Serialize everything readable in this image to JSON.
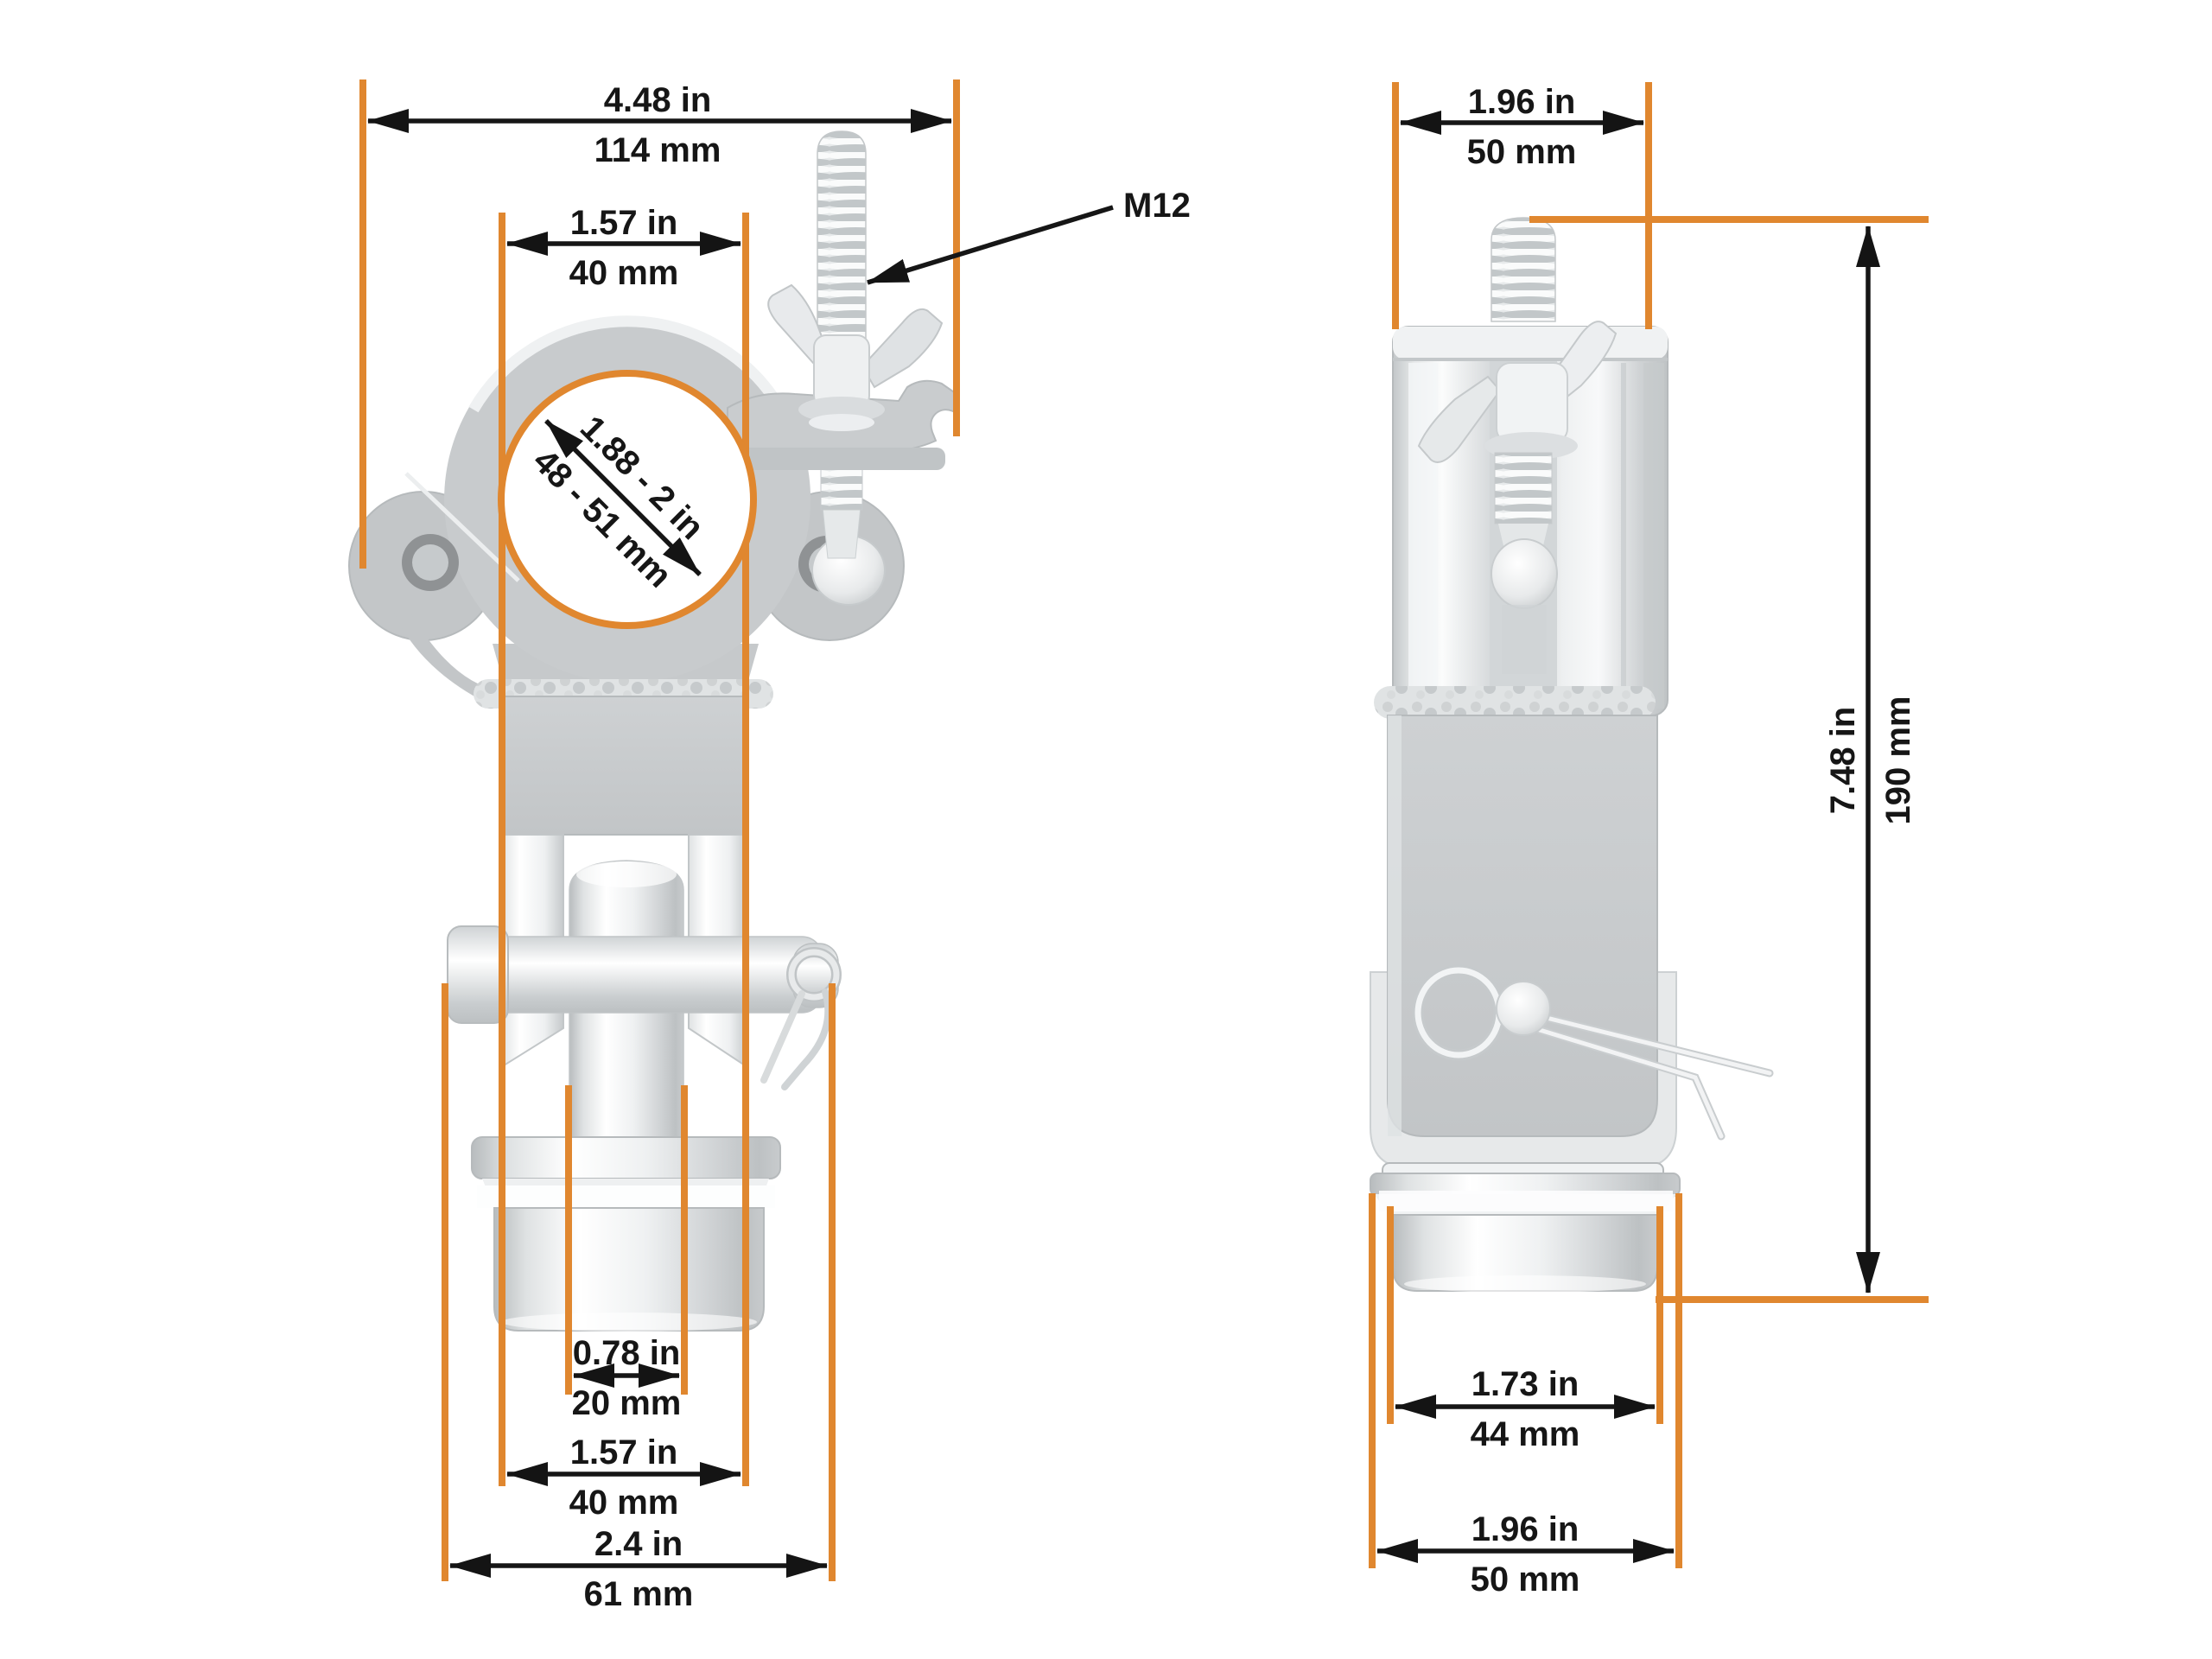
{
  "colors": {
    "accent": "#E0872F",
    "ink": "#161616",
    "metal": "#c9ccce"
  },
  "annotation": {
    "bolt_thread": "M12"
  },
  "front_view": {
    "dims": {
      "overall_width": {
        "in": "4.48 in",
        "mm": "114 mm"
      },
      "tube_width_top": {
        "in": "1.57 in",
        "mm": "40 mm"
      },
      "pipe_diameter": {
        "in": "1.88 - 2 in",
        "mm": "48 - 51 mm"
      },
      "spigot_shaft_diameter": {
        "in": "0.78 in",
        "mm": "20 mm"
      },
      "fork_width": {
        "in": "1.57 in",
        "mm": "40 mm"
      },
      "pin_length": {
        "in": "2.4 in",
        "mm": "61 mm"
      }
    }
  },
  "side_view": {
    "dims": {
      "body_width": {
        "in": "1.96 in",
        "mm": "50 mm"
      },
      "overall_height": {
        "in": "7.48 in",
        "mm": "190 mm"
      },
      "spigot_diameter": {
        "in": "1.73 in",
        "mm": "44 mm"
      },
      "flange_diameter": {
        "in": "1.96 in",
        "mm": "50 mm"
      }
    }
  }
}
